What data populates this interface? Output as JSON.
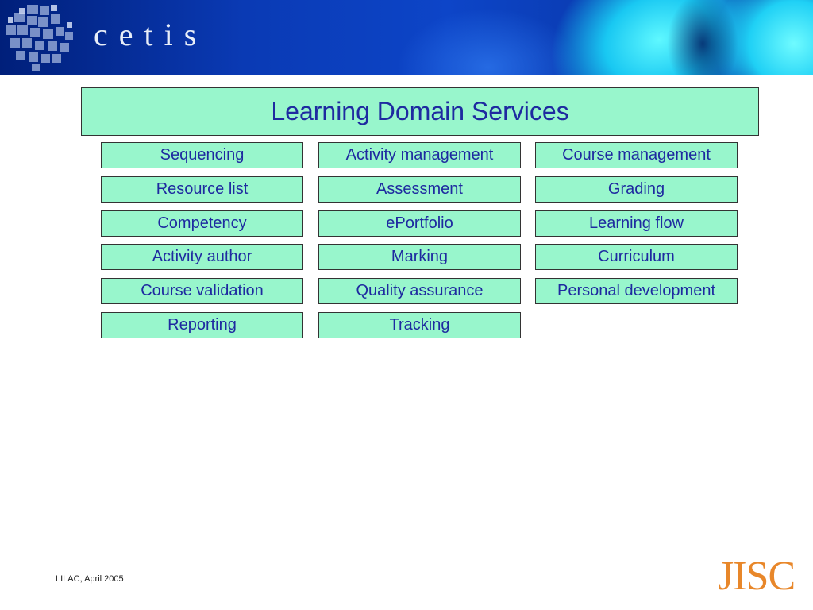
{
  "header": {
    "brand": "cetis"
  },
  "diagram": {
    "title": "Learning Domain Services",
    "columns": [
      [
        "Sequencing",
        "Resource list",
        "Competency",
        "Activity author",
        "Course validation",
        "Reporting"
      ],
      [
        "Activity management",
        "Assessment",
        "ePortfolio",
        "Marking",
        "Quality assurance",
        "Tracking"
      ],
      [
        "Course management",
        "Grading",
        "Learning flow",
        "Curriculum",
        "Personal development"
      ]
    ]
  },
  "footer": {
    "text": "LILAC, April 2005",
    "logo": "JISC"
  },
  "colors": {
    "box_fill": "#98f6cc",
    "text": "#1e2aa0",
    "jisc": "#e8872a"
  }
}
